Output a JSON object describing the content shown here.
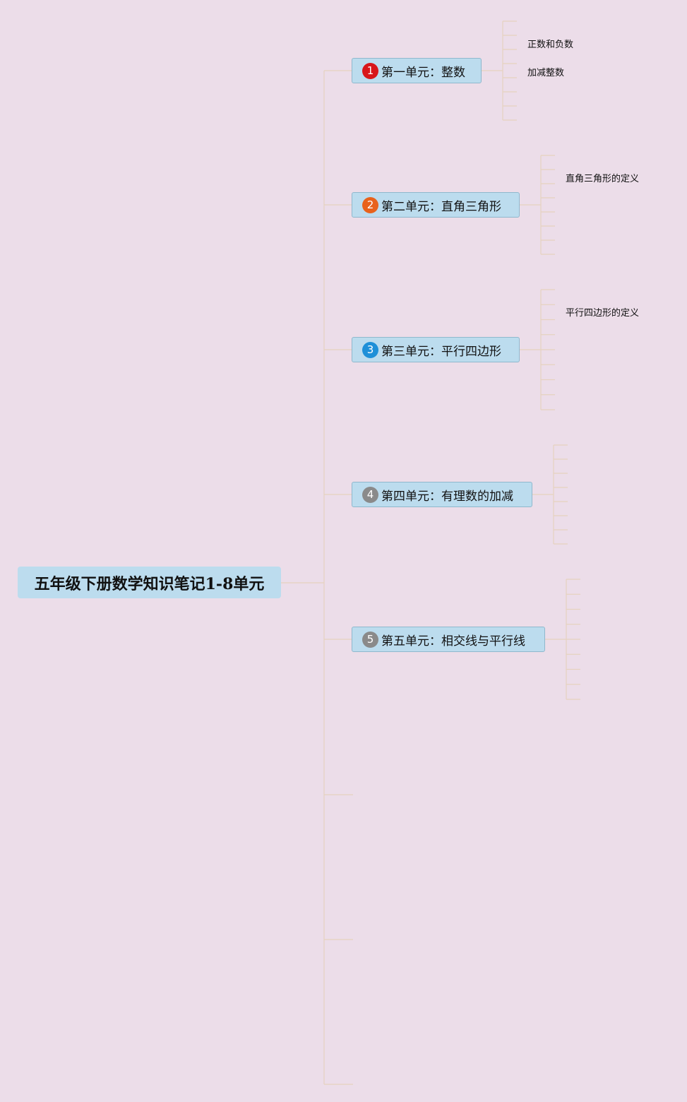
{
  "root": {
    "title": "五年级下册数学知识笔记1-8单元"
  },
  "units": [
    {
      "num": "1",
      "label": "第一单元：整数",
      "badge_color": "#d8161a",
      "children": [
        "正数和负数",
        "加减整数"
      ]
    },
    {
      "num": "2",
      "label": "第二单元：直角三角形",
      "badge_color": "#e8621c",
      "children": [
        "直角三角形的定义"
      ]
    },
    {
      "num": "3",
      "label": "第三单元：平行四边形",
      "badge_color": "#1e90d8",
      "children": [
        "平行四边形的定义"
      ]
    },
    {
      "num": "4",
      "label": "第四单元：有理数的加减",
      "badge_color": "#8a8a8a",
      "children": []
    },
    {
      "num": "5",
      "label": "第五单元：相交线与平行线",
      "badge_color": "#8a8a8a",
      "children": []
    }
  ],
  "colors": {
    "background": "#ecdde9",
    "node_fill": "#bcdcee",
    "connector": "#e6d2bf"
  }
}
